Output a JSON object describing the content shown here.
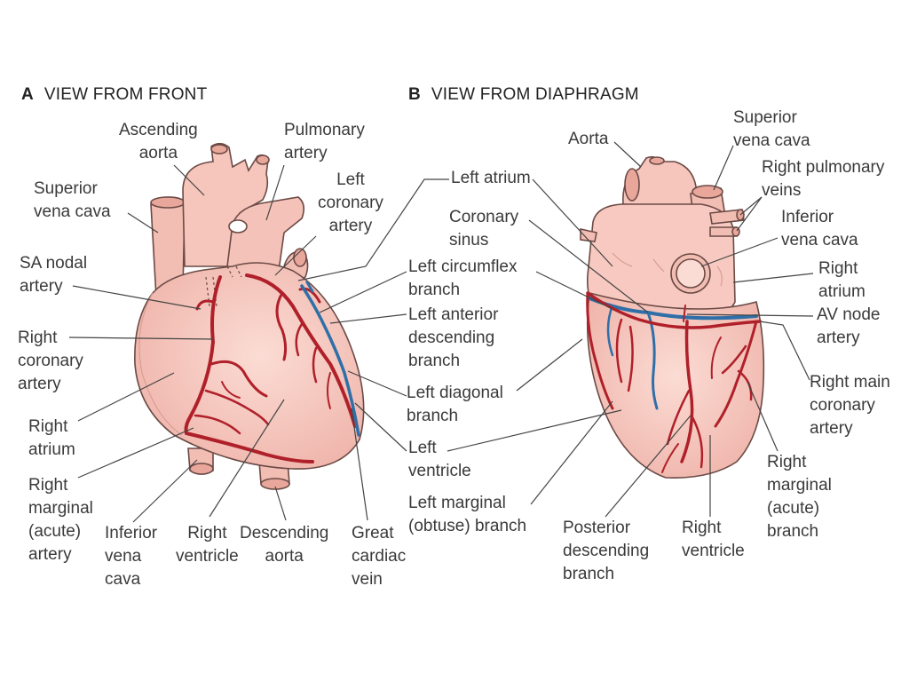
{
  "panels": [
    {
      "letter": "A",
      "title": "VIEW FROM FRONT"
    },
    {
      "letter": "B",
      "title": "VIEW FROM DIAPHRAGM"
    }
  ],
  "front_labels": {
    "ascending_aorta": "Ascending\naorta",
    "pulmonary_artery": "Pulmonary\nartery",
    "left_coronary_artery": "Left\ncoronary\nartery",
    "superior_vena_cava": "Superior\nvena cava",
    "sa_nodal_artery": "SA nodal\nartery",
    "right_coronary_artery": "Right\ncoronary\nartery",
    "right_atrium": "Right\natrium",
    "right_marginal_artery": "Right\nmarginal\n(acute)\nartery",
    "inferior_vena_cava": "Inferior\nvena\ncava",
    "right_ventricle": "Right\nventricle",
    "descending_aorta": "Descending\naorta",
    "great_cardiac_vein": "Great\ncardiac\nvein"
  },
  "middle_labels": {
    "left_atrium": "Left atrium",
    "coronary_sinus": "Coronary\nsinus",
    "left_circumflex": "Left circumflex\nbranch",
    "left_anterior_descending": "Left anterior\ndescending\nbranch",
    "left_diagonal": "Left diagonal\nbranch",
    "left_ventricle": "Left\nventricle",
    "left_marginal": "Left marginal\n(obtuse) branch"
  },
  "back_labels": {
    "aorta": "Aorta",
    "superior_vena_cava": "Superior\nvena cava",
    "right_pulmonary_veins": "Right pulmonary\nveins",
    "inferior_vena_cava": "Inferior\nvena cava",
    "right_atrium": "Right\natrium",
    "av_node_artery": "AV node\nartery",
    "right_main_coronary": "Right main\ncoronary\nartery",
    "right_marginal_branch": "Right\nmarginal\n(acute)\nbranch",
    "posterior_descending": "Posterior\ndescending\nbranch",
    "right_ventricle": "Right\nventricle"
  },
  "colors": {
    "heart_fill": "#f7c9c0",
    "heart_shade": "#eeb0a6",
    "outline": "#6b4a45",
    "artery": "#b0202a",
    "vein": "#2f6fa8",
    "leader": "#444444"
  }
}
